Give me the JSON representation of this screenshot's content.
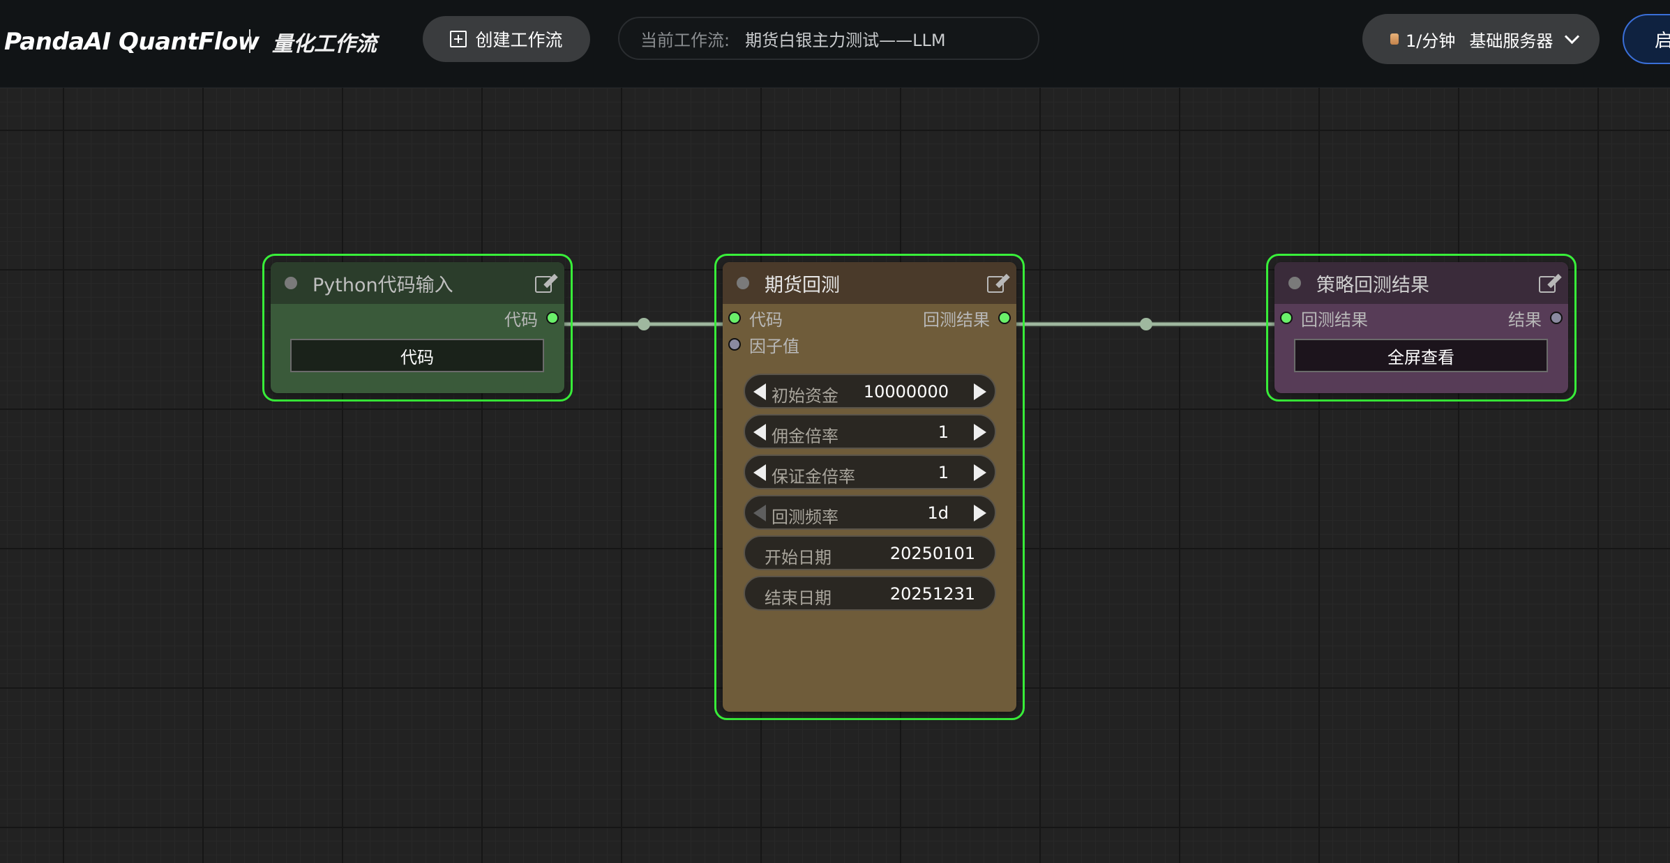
{
  "header": {
    "brand": "PandaAI QuantFlow",
    "brand_sub": "量化工作流",
    "create_button": "创建工作流",
    "current_workflow_label": "当前工作流:",
    "current_workflow_value": "期货白银主力测试——LLM",
    "server_rate": "1/分钟",
    "server_name": "基础服务器",
    "start_button": "启"
  },
  "nodes": {
    "python": {
      "title": "Python代码输入",
      "output_label": "代码",
      "button": "代码",
      "colors": {
        "title": "#2b3d2b",
        "body": "#3a5a3a"
      }
    },
    "backtest": {
      "title": "期货回测",
      "inputs": [
        "代码",
        "因子值"
      ],
      "output_label": "回测结果",
      "params": [
        {
          "label": "初始资金",
          "value": "10000000"
        },
        {
          "label": "佣金倍率",
          "value": "1"
        },
        {
          "label": "保证金倍率",
          "value": "1"
        },
        {
          "label": "回测频率",
          "value": "1d"
        },
        {
          "label": "开始日期",
          "value": "20250101"
        },
        {
          "label": "结束日期",
          "value": "20251231"
        }
      ],
      "colors": {
        "title": "#4a3a2a",
        "body": "#6f5c3a"
      }
    },
    "result": {
      "title": "策略回测结果",
      "input_label": "回测结果",
      "output_label": "结果",
      "button": "全屏查看",
      "colors": {
        "title": "#3a2b3a",
        "body": "#573c57"
      }
    }
  },
  "colors": {
    "selection": "#39f03a",
    "slot_active": "#6af06a",
    "link": "#9fb89f",
    "start_button_border": "#3a6fd8"
  },
  "icons": [
    "plus-square-icon",
    "coin-icon",
    "chevron-down-icon",
    "edit-icon",
    "arrow-left-icon",
    "arrow-right-icon"
  ]
}
